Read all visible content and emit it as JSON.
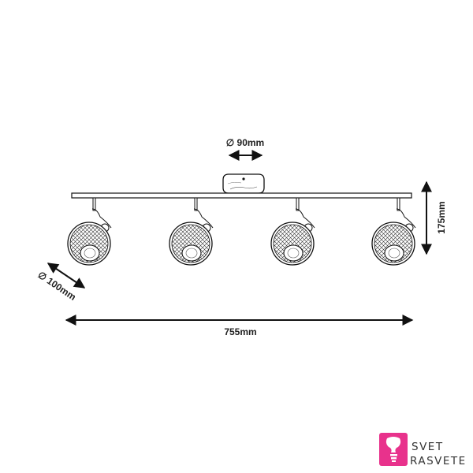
{
  "dimensions": {
    "canopy_diameter": "∅ 90mm",
    "height": "175mm",
    "shade_diameter": "∅ 100mm",
    "total_width": "755mm"
  },
  "logo": {
    "line1": "SVET",
    "line2": "RASVETE",
    "color": "#e8328c"
  },
  "spotlight_count": 4
}
